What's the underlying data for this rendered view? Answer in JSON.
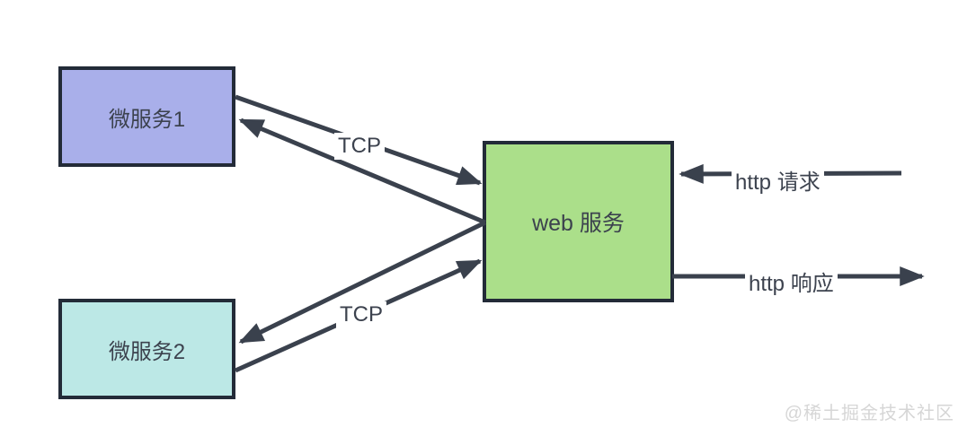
{
  "diagram": {
    "title_hint": "web service to microservices architecture diagram",
    "nodes": [
      {
        "id": "microservice-1",
        "label": "微服务1",
        "fill": "#a9afea"
      },
      {
        "id": "microservice-2",
        "label": "微服务2",
        "fill": "#bce8e6"
      },
      {
        "id": "web-service",
        "label": "web 服务",
        "fill": "#abdf8a"
      }
    ],
    "edges": {
      "tcp_top_label": "TCP",
      "tcp_bottom_label": "TCP",
      "http_request_label": "http 请求",
      "http_response_label": "http 响应"
    },
    "colors": {
      "node_border": "#232b38",
      "arrow": "#3a414d",
      "text": "#3c424e",
      "background": "#ffffff",
      "watermark_text": "#d6d6d6"
    },
    "watermark": "@稀土掘金技术社区"
  }
}
